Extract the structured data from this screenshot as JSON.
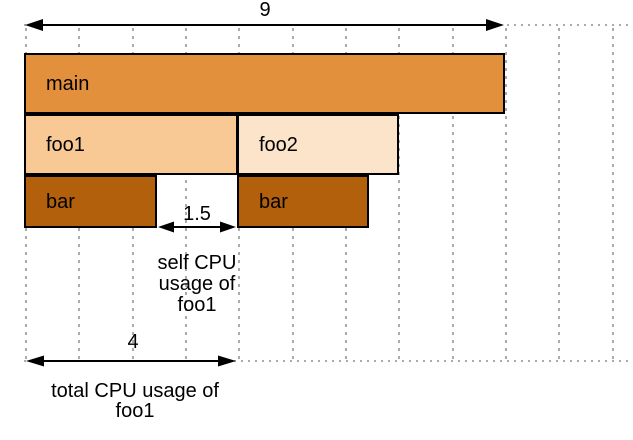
{
  "chart_data": {
    "type": "flamegraph-diagram",
    "title": "",
    "axis_total_units": 9,
    "frames": [
      {
        "name": "main",
        "depth": 0,
        "start": 0,
        "width": 9
      },
      {
        "name": "foo1",
        "depth": 1,
        "start": 0,
        "width": 4
      },
      {
        "name": "foo2",
        "depth": 1,
        "start": 4,
        "width": 3
      },
      {
        "name": "bar",
        "depth": 2,
        "start": 0,
        "width": 2.5
      },
      {
        "name": "bar",
        "depth": 2,
        "start": 4,
        "width": 2.5
      }
    ],
    "annotations": {
      "width_axis": {
        "value": "9"
      },
      "self_cpu": {
        "value": "1.5",
        "caption": "self CPU usage of foo1"
      },
      "total_cpu": {
        "value": "4",
        "caption": "total CPU usage of foo1"
      }
    },
    "colors": {
      "main": "#E3903D",
      "foo1": "#F8C995",
      "foo2": "#FBE4C9",
      "bar": "#B2600B",
      "border": "#000000",
      "grid": "#ABABAB",
      "arrow": "#000000"
    },
    "layout_hints": {
      "grid": "dotted vertical lines each unit, dotted horizontal lines at top and bottom measurement axes"
    }
  }
}
